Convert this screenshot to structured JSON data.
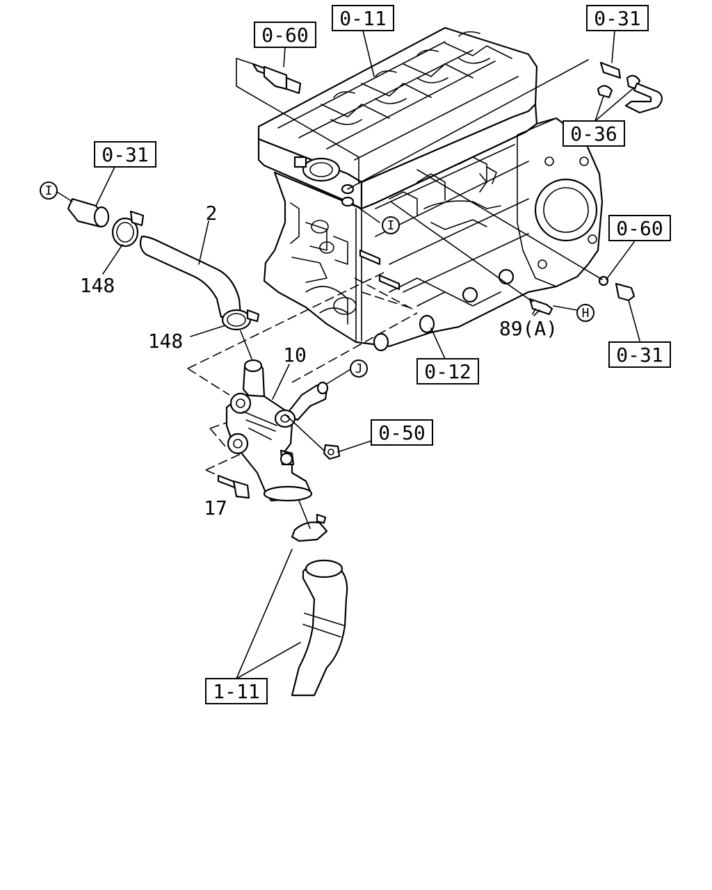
{
  "diagram": {
    "references": [
      {
        "id": "ref-0-11",
        "label": "0-11"
      },
      {
        "id": "ref-0-60-top",
        "label": "0-60"
      },
      {
        "id": "ref-0-31-top",
        "label": "0-31"
      },
      {
        "id": "ref-0-36",
        "label": "0-36"
      },
      {
        "id": "ref-0-31-left",
        "label": "0-31"
      },
      {
        "id": "ref-0-60-right",
        "label": "0-60"
      },
      {
        "id": "ref-0-31-right",
        "label": "0-31"
      },
      {
        "id": "ref-0-12",
        "label": "0-12"
      },
      {
        "id": "ref-0-50",
        "label": "0-50"
      },
      {
        "id": "ref-1-11",
        "label": "1-11"
      }
    ],
    "part_numbers": [
      {
        "id": "num-2",
        "label": "2"
      },
      {
        "id": "num-148-upper",
        "label": "148"
      },
      {
        "id": "num-148-lower",
        "label": "148"
      },
      {
        "id": "num-10",
        "label": "10"
      },
      {
        "id": "num-89a",
        "label": "89(A)"
      },
      {
        "id": "num-17",
        "label": "17"
      }
    ],
    "connectors": [
      {
        "id": "conn-i-left",
        "label": "I"
      },
      {
        "id": "conn-i-block",
        "label": "I"
      },
      {
        "id": "conn-h",
        "label": "H"
      },
      {
        "id": "conn-j",
        "label": "J"
      }
    ]
  }
}
